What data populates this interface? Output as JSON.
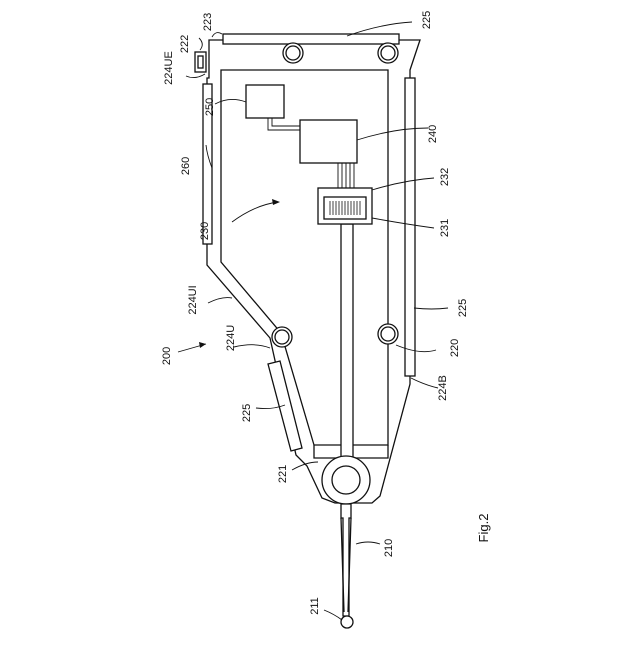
{
  "figure_label": "Fig.2",
  "reference_labels": {
    "r200": "200",
    "r210": "210",
    "r211": "211",
    "r220": "220",
    "r221": "221",
    "r222": "222",
    "r223": "223",
    "r224UE": "224UE",
    "r224UI": "224UI",
    "r224U": "224U",
    "r224B": "224B",
    "r225_top": "225",
    "r225_right": "225",
    "r225_left": "225",
    "r230": "230",
    "r231": "231",
    "r232": "232",
    "r240": "240",
    "r250": "250",
    "r260": "260"
  }
}
